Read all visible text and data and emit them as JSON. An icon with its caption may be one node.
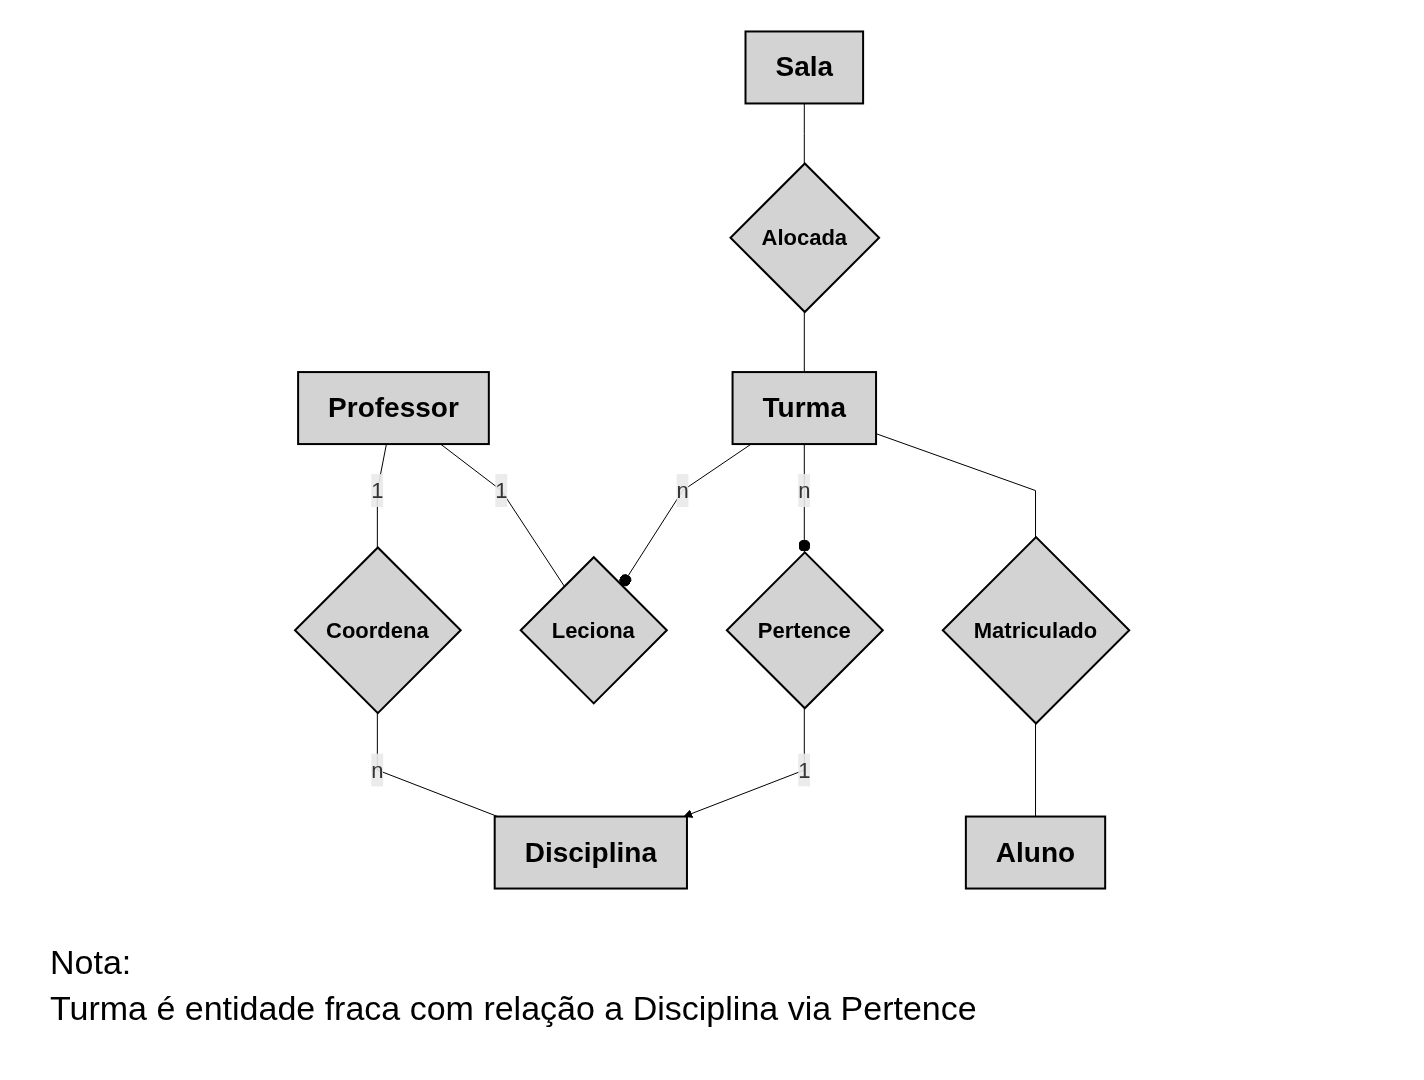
{
  "diagram": {
    "nodes": [
      {
        "text": [
          "Professor"
        ]
      },
      {
        "text": [
          "Sala"
        ]
      },
      {
        "text": [
          "Coordena"
        ]
      },
      {
        "text": [
          "Leciona"
        ]
      },
      {
        "text": [
          "Alocada"
        ]
      },
      {
        "text": [
          "Disciplina"
        ]
      },
      {
        "text": [
          "Pertence"
        ]
      },
      {
        "text": [
          "Turma"
        ]
      },
      {
        "text": [
          "Matriculado"
        ]
      },
      {
        "text": [
          "Aluno"
        ]
      }
    ],
    "edges": [
      {
        "from": 0,
        "to": 2,
        "arrow": "none",
        "label": "1"
      },
      {
        "from": 2,
        "to": 5,
        "arrow": "none",
        "label": "n"
      },
      {
        "from": 0,
        "to": 3,
        "arrow": "none",
        "label": "1"
      },
      {
        "from": 7,
        "to": 3,
        "arrow": "other",
        "label": "n"
      },
      {
        "from": 6,
        "to": 5,
        "arrow": "to",
        "label": "1"
      },
      {
        "from": 7,
        "to": 6,
        "arrow": "other",
        "label": "n"
      },
      {
        "from": 1,
        "to": 4,
        "arrow": "none"
      },
      {
        "from": 4,
        "to": 7,
        "arrow": "none"
      },
      {
        "from": 7,
        "to": 8,
        "arrow": "none"
      },
      {
        "from": 8,
        "to": 9,
        "arrow": "none"
      }
    ],
    "labels": [
      "Nota:",
      "Turma é entidade fraca com relação a Disciplina via Pertence"
    ]
  }
}
